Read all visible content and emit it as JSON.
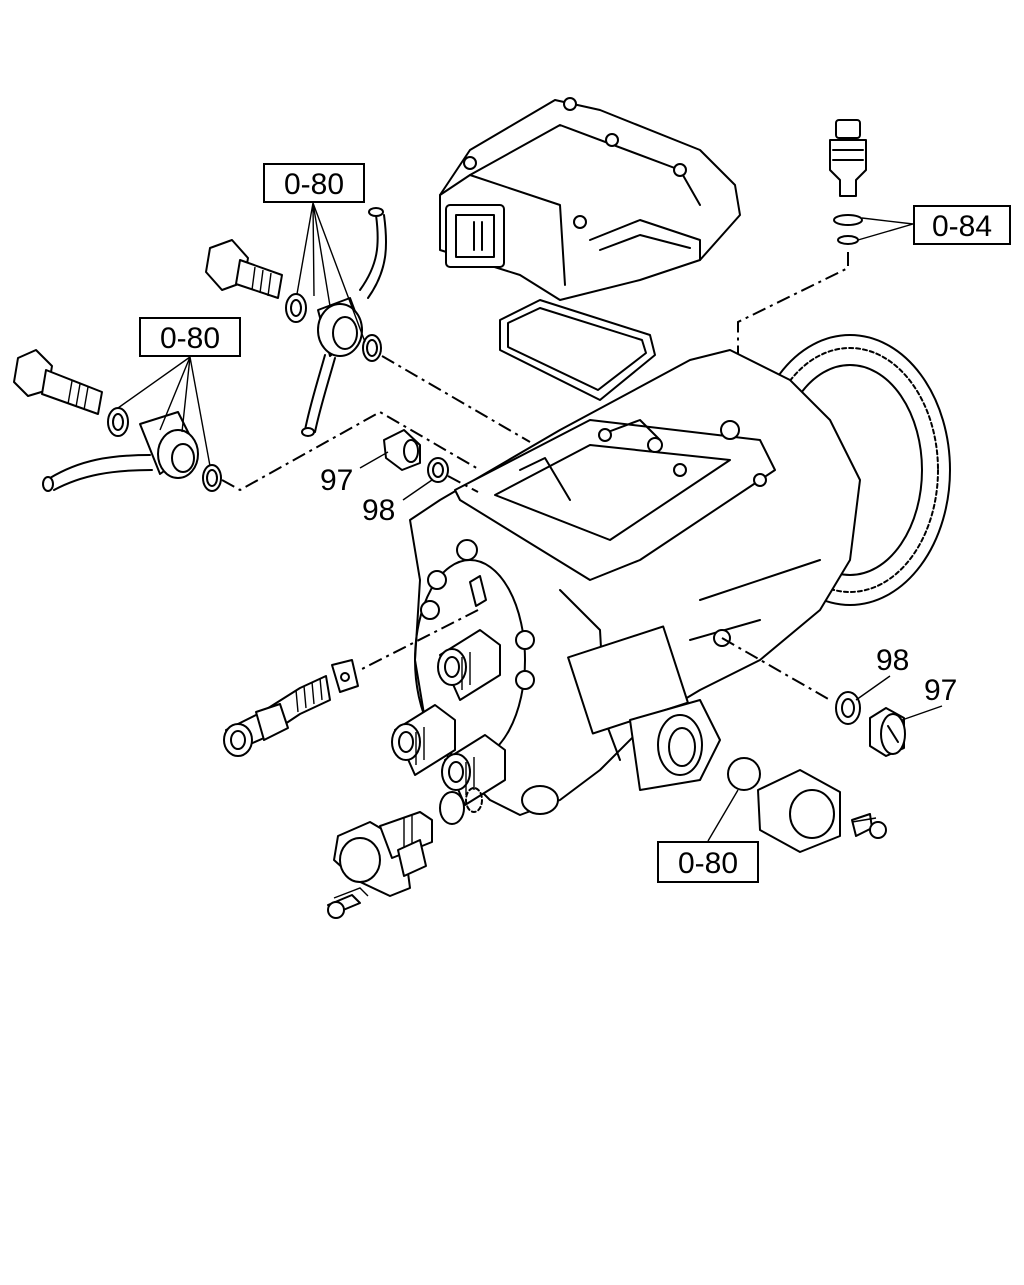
{
  "labels": {
    "ref_080_top": "0-80",
    "ref_080_left": "0-80",
    "ref_084": "0-84",
    "ref_080_bottom": "0-80",
    "part_97_left": "97",
    "part_98_left": "98",
    "part_98_right": "98",
    "part_97_right": "97"
  }
}
